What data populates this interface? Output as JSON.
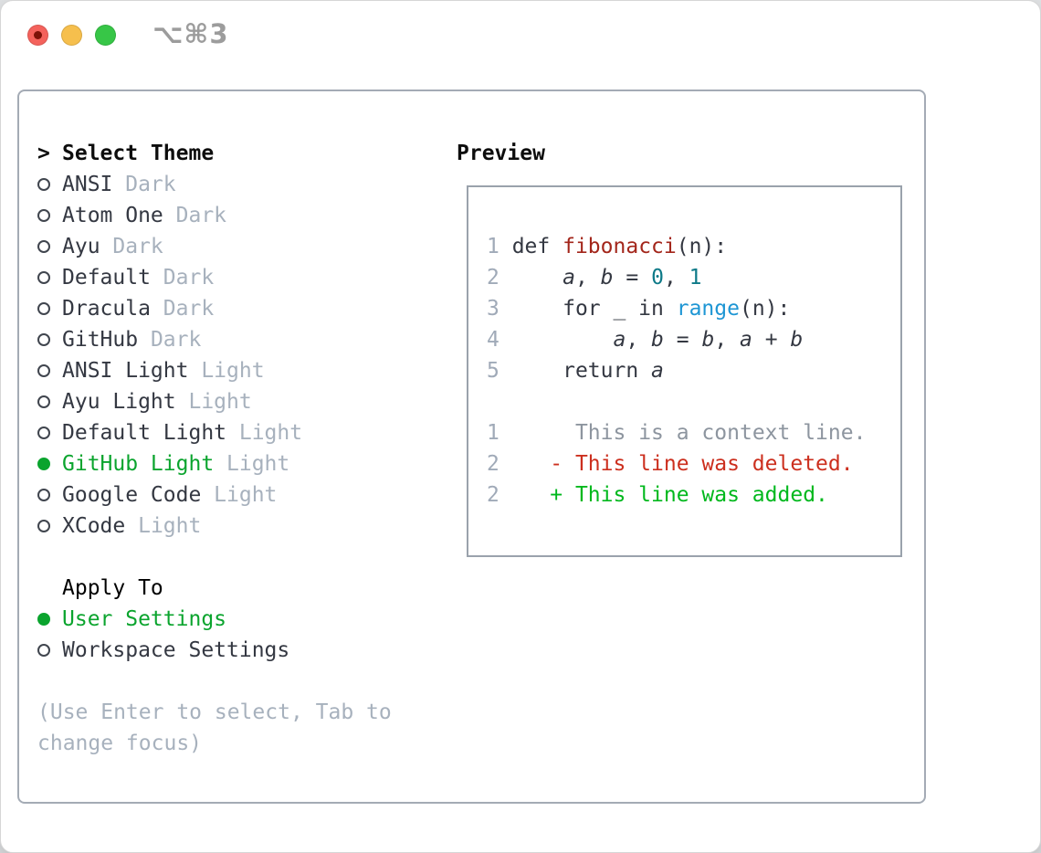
{
  "window": {
    "shortcut": "⌥⌘3",
    "traffic_lights": [
      "close",
      "minimize",
      "zoom"
    ]
  },
  "theme_panel": {
    "prompt": ">",
    "title": "Select Theme",
    "themes": [
      {
        "name": "ANSI",
        "variant": "Dark",
        "selected": false
      },
      {
        "name": "Atom One",
        "variant": "Dark",
        "selected": false
      },
      {
        "name": "Ayu",
        "variant": "Dark",
        "selected": false
      },
      {
        "name": "Default",
        "variant": "Dark",
        "selected": false
      },
      {
        "name": "Dracula",
        "variant": "Dark",
        "selected": false
      },
      {
        "name": "GitHub",
        "variant": "Dark",
        "selected": false
      },
      {
        "name": "ANSI Light",
        "variant": "Light",
        "selected": false
      },
      {
        "name": "Ayu Light",
        "variant": "Light",
        "selected": false
      },
      {
        "name": "Default Light",
        "variant": "Light",
        "selected": false
      },
      {
        "name": "GitHub Light",
        "variant": "Light",
        "selected": true
      },
      {
        "name": "Google Code",
        "variant": "Light",
        "selected": false
      },
      {
        "name": "XCode",
        "variant": "Light",
        "selected": false
      }
    ],
    "apply_to": {
      "title": "Apply To",
      "options": [
        {
          "name": "User Settings",
          "selected": true
        },
        {
          "name": "Workspace Settings",
          "selected": false
        }
      ]
    },
    "help_lines": [
      "(Use Enter to select, Tab to",
      "change focus)"
    ]
  },
  "preview": {
    "title": "Preview",
    "code_lines": [
      [
        {
          "t": "1",
          "s": "ln"
        },
        {
          "t": " def ",
          "s": "pl"
        },
        {
          "t": "fibonacci",
          "s": "fn"
        },
        {
          "t": "(n):",
          "s": "pl"
        }
      ],
      [
        {
          "t": "2",
          "s": "ln"
        },
        {
          "t": "     ",
          "s": "pl"
        },
        {
          "t": "a",
          "s": "va"
        },
        {
          "t": ", ",
          "s": "pl"
        },
        {
          "t": "b",
          "s": "va"
        },
        {
          "t": " = ",
          "s": "pl"
        },
        {
          "t": "0",
          "s": "nu"
        },
        {
          "t": ", ",
          "s": "pl"
        },
        {
          "t": "1",
          "s": "nu"
        }
      ],
      [
        {
          "t": "3",
          "s": "ln"
        },
        {
          "t": "     for _ in ",
          "s": "pl"
        },
        {
          "t": "range",
          "s": "bi"
        },
        {
          "t": "(n):",
          "s": "pl"
        }
      ],
      [
        {
          "t": "4",
          "s": "ln"
        },
        {
          "t": "         ",
          "s": "pl"
        },
        {
          "t": "a",
          "s": "va"
        },
        {
          "t": ", ",
          "s": "pl"
        },
        {
          "t": "b",
          "s": "va"
        },
        {
          "t": " = ",
          "s": "pl"
        },
        {
          "t": "b",
          "s": "va"
        },
        {
          "t": ", ",
          "s": "pl"
        },
        {
          "t": "a",
          "s": "va"
        },
        {
          "t": " + ",
          "s": "pl"
        },
        {
          "t": "b",
          "s": "va"
        }
      ],
      [
        {
          "t": "5",
          "s": "ln"
        },
        {
          "t": "     return ",
          "s": "pl"
        },
        {
          "t": "a",
          "s": "va"
        }
      ],
      [],
      [
        {
          "t": "1",
          "s": "ln"
        },
        {
          "t": "      ",
          "s": "pl"
        },
        {
          "t": "This is a context line.",
          "s": "cx"
        }
      ],
      [
        {
          "t": "2",
          "s": "ln"
        },
        {
          "t": "    ",
          "s": "pl"
        },
        {
          "t": "- This line was deleted.",
          "s": "de"
        }
      ],
      [
        {
          "t": "2",
          "s": "ln"
        },
        {
          "t": "    ",
          "s": "pl"
        },
        {
          "t": "+ This line was added.",
          "s": "ad"
        }
      ]
    ]
  },
  "colors": {
    "accent-green": "#0ba42e",
    "text-dark": "#343842",
    "muted": "#a7b1bd",
    "line-number": "#a0aab8",
    "context-gray": "#8d959f",
    "func-red": "#a3261b",
    "num-teal": "#0e7a88",
    "builtin-blue": "#1e96d4",
    "diff-red": "#cc2f1e",
    "diff-green": "#00b81d",
    "panel-border": "#a4abb5",
    "preview-border": "#9aa2ac",
    "traffic-red": "#f4625c",
    "traffic-yellow": "#f6bf4d",
    "traffic-green": "#37c647",
    "title-gray": "#9c9c9c"
  }
}
